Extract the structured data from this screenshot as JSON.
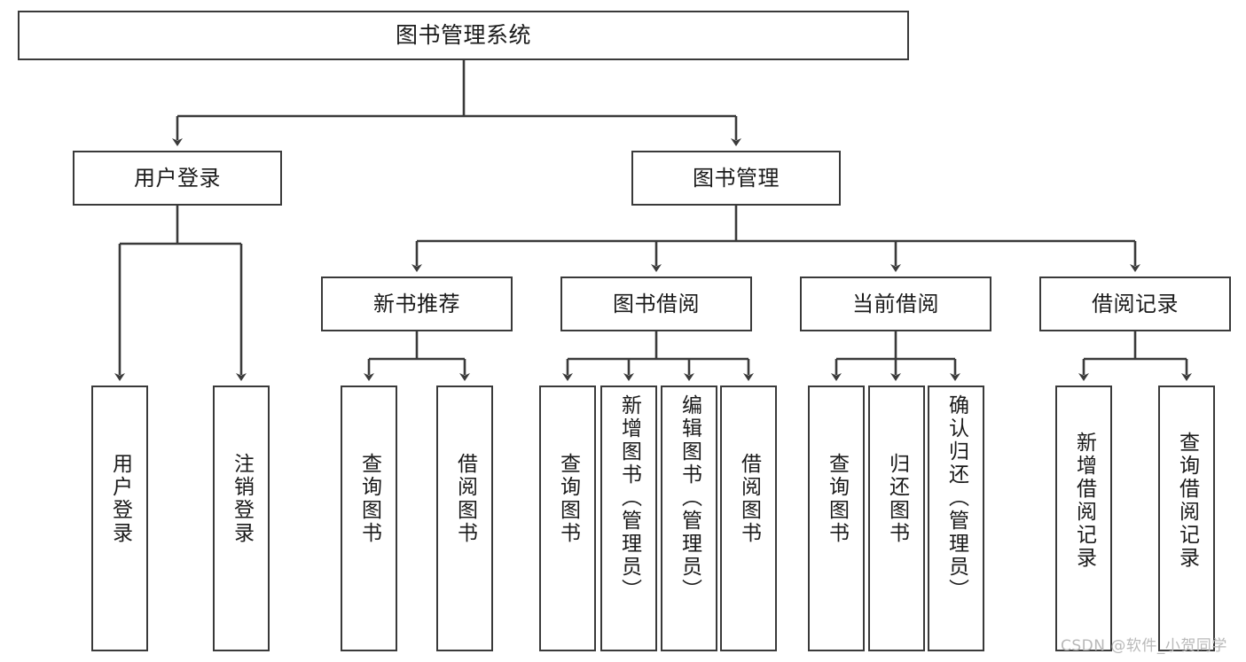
{
  "diagram": {
    "title": "图书管理系统",
    "type": "tree-hierarchy-chart",
    "root": {
      "label": "图书管理系统"
    },
    "level2": [
      {
        "label": "用户登录"
      },
      {
        "label": "图书管理"
      }
    ],
    "level3": [
      {
        "label": "新书推荐"
      },
      {
        "label": "图书借阅"
      },
      {
        "label": "当前借阅"
      },
      {
        "label": "借阅记录"
      }
    ],
    "leaves": {
      "user_login": [
        {
          "label": "用户登录"
        },
        {
          "label": "注销登录"
        }
      ],
      "new_book": [
        {
          "label": "查询图书"
        },
        {
          "label": "借阅图书"
        }
      ],
      "borrow_book": [
        {
          "label": "查询图书"
        },
        {
          "label": "新增图书（管理员）"
        },
        {
          "label": "编辑图书（管理员）"
        },
        {
          "label": "借阅图书"
        }
      ],
      "current_borrow": [
        {
          "label": "查询图书"
        },
        {
          "label": "归还图书"
        },
        {
          "label": "确认归还（管理员）"
        }
      ],
      "borrow_record": [
        {
          "label": "新增借阅记录"
        },
        {
          "label": "查询借阅记录"
        }
      ]
    }
  },
  "watermark": {
    "text": "CSDN @软件_小贺同学"
  },
  "colors": {
    "stroke": "#3a3a3a",
    "fill": "#ffffff",
    "text": "#1a1a1a",
    "watermark": "#b9b9b9"
  }
}
